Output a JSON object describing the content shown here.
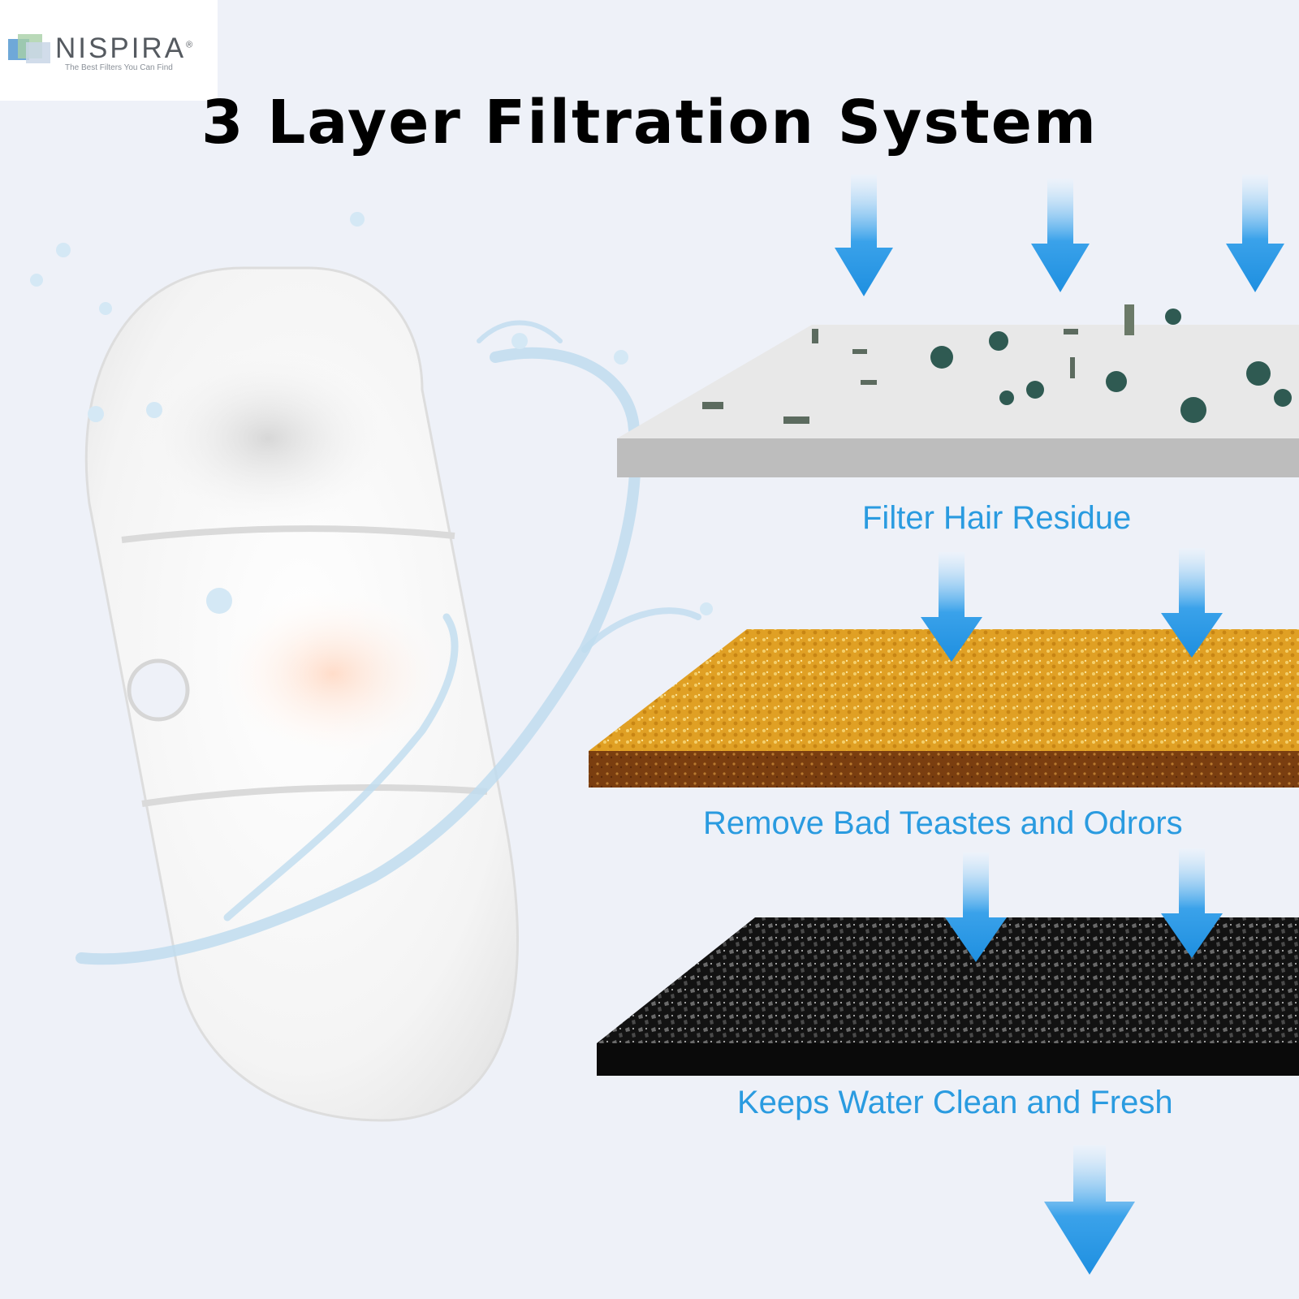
{
  "brand": {
    "name": "NISPIRA",
    "registered_mark": "®",
    "tagline": "The Best Filters You Can Find"
  },
  "title": "3 Layer Filtration System",
  "layers": [
    {
      "label": "Filter Hair Residue",
      "material": "white-filter-cotton",
      "color": "#dcdcdc"
    },
    {
      "label": "Remove Bad Teastes and Odrors",
      "material": "ion-exchange-resin",
      "color": "#e3a126"
    },
    {
      "label": "Keeps Water Clean and Fresh",
      "material": "activated-carbon",
      "color": "#141414"
    }
  ],
  "colors": {
    "background": "#eef1f8",
    "label_text": "#2a9be0",
    "arrow": "#2f9be6",
    "title_text": "#000000"
  },
  "icons": [
    "flow-arrow-icon",
    "germ-icon",
    "water-splash-icon",
    "filter-cartridge-icon"
  ]
}
